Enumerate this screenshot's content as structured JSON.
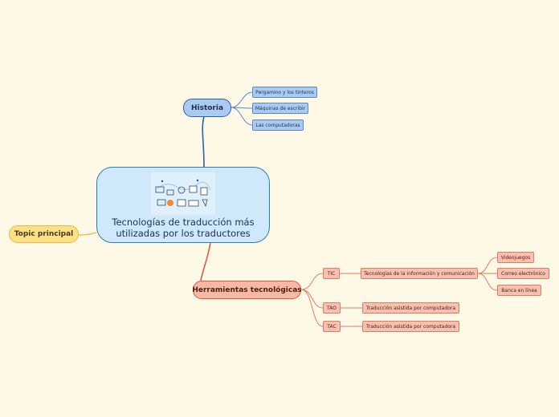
{
  "central": {
    "title": "Tecnologías de traducción más utilizadas por los traductores"
  },
  "floating": {
    "label": "Topic principal"
  },
  "branches": {
    "historia": {
      "label": "Historia",
      "children": [
        "Pergamino y los tinteros",
        "Máquinas de escribir",
        "Las computadoras"
      ]
    },
    "herramientas": {
      "label": "Herramientas tecnológicas",
      "tic": {
        "label": "TIC",
        "child": "Tecnologías de la información y comunicación",
        "examples": [
          "Videojuegos",
          "Correo electrónico",
          "Banca en línea"
        ]
      },
      "tao": {
        "label": "TAO",
        "child": "Traducción asistida por computadora"
      },
      "tac": {
        "label": "TAC",
        "child": "Traducción asistida por computadora"
      }
    }
  },
  "colors": {
    "background": "#fdf9e6",
    "central_fill": "#cfe9fb",
    "blue_branch": "#2f5fa8",
    "red_branch": "#d45d3c",
    "yellow_branch": "#f0b63a"
  }
}
